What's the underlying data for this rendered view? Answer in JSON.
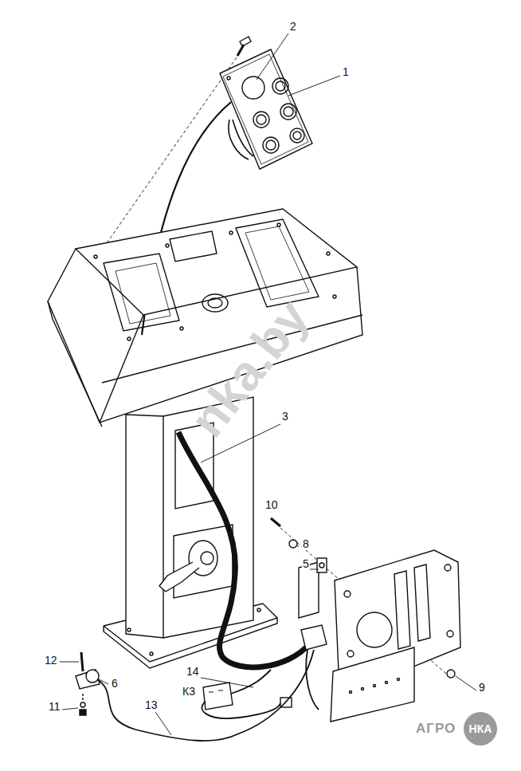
{
  "diagram": {
    "labels": [
      "2",
      "1",
      "3",
      "10",
      "8",
      "5",
      "9",
      "12",
      "6",
      "14",
      "К3",
      "11",
      "13",
      "nka.by",
      "АГРО",
      "НКА"
    ]
  }
}
